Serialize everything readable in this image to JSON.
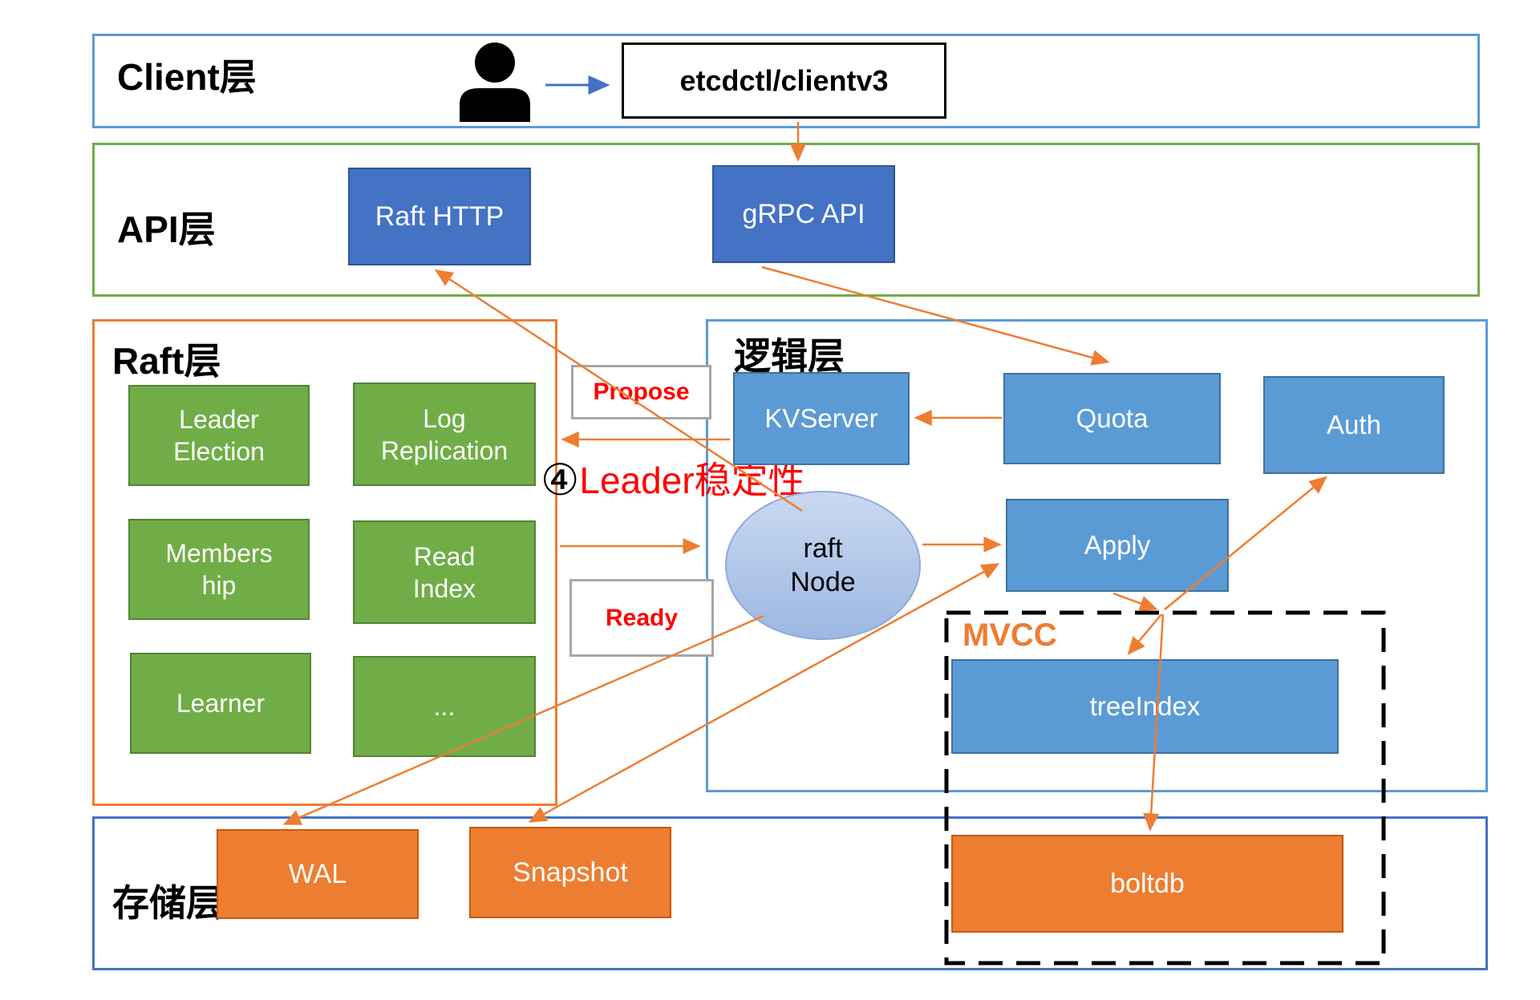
{
  "title": "etcd architecture diagram",
  "colors": {
    "accent_orange": "#ED7D31",
    "dark_blue": "#4472C4",
    "medium_blue": "#5B9BD5",
    "green": "#70AD47",
    "green_border": "#548235",
    "orange_border": "#C55A11",
    "blue_border": "#41719C",
    "dark_blue_border": "#2F5597",
    "red": "#FF0000",
    "gray_border": "#A6A6A6",
    "ellipse_fill_top": "#C9D9F0",
    "ellipse_fill_bottom": "#9DB7E3",
    "ellipse_border": "#8FAADC",
    "black": "#000000"
  },
  "layers": {
    "client": {
      "label": "Client层"
    },
    "api": {
      "label": "API层"
    },
    "raft": {
      "label": "Raft层"
    },
    "logic": {
      "label": "逻辑层"
    },
    "storage": {
      "label": "存储层"
    }
  },
  "nodes": {
    "etcdctl": "etcdctl/clientv3",
    "raft_http": "Raft HTTP",
    "grpc_api": "gRPC API",
    "leader_election": "Leader\nElection",
    "log_replication": "Log\nReplication",
    "membership": "Members\nhip",
    "read_index": "Read\nIndex",
    "learner": "Learner",
    "more": "...",
    "kvserver": "KVServer",
    "quota": "Quota",
    "auth": "Auth",
    "apply": "Apply",
    "raft_node": "raft\nNode",
    "mvcc": "MVCC",
    "tree_index": "treeIndex",
    "boltdb": "boltdb",
    "wal": "WAL",
    "snapshot": "Snapshot"
  },
  "annotations": {
    "propose": "Propose",
    "ready": "Ready",
    "step_badge": "④",
    "step_text": "Leader稳定性"
  },
  "icons": {
    "user": "user-icon"
  }
}
